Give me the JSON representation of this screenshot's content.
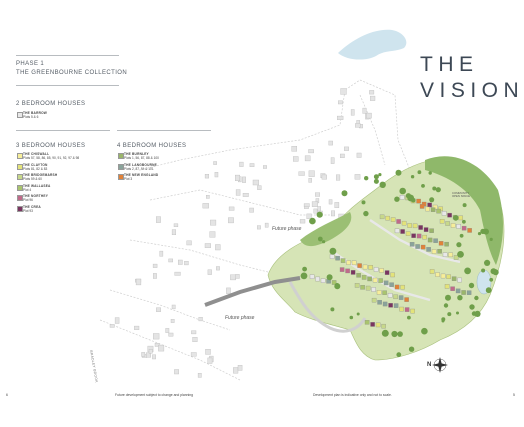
{
  "header": {
    "phase": "PHASE 1",
    "collection": "THE GREENBOURNE COLLECTION",
    "title_line1": "THE",
    "title_line2": "VISION"
  },
  "legend": {
    "two_bed": {
      "heading": "2 BEDROOM HOUSES",
      "items": [
        {
          "name": "THE BARROW",
          "plots": "Plots 5 & 6",
          "color": "#e8e8e8"
        }
      ]
    },
    "three_bed": {
      "heading": "3 BEDROOM HOUSES",
      "items": [
        {
          "name": "THE CHISWALL",
          "plots": "Plots 57, 58, 86, 85, 90, 91, 92, 97 & 98",
          "color": "#f6ee9a"
        },
        {
          "name": "THE CLAYTON",
          "plots": "Plots 81, 82 & 83",
          "color": "#e3e37a"
        },
        {
          "name": "THE BRIDGEMARSH",
          "plots": "Plots 59 & 60",
          "color": "#c7d88a"
        },
        {
          "name": "THE WALLASEA",
          "plots": "Plot 4",
          "color": "#a9c46e"
        },
        {
          "name": "THE NORTHEY",
          "plots": "Plot 96",
          "color": "#c06a8a"
        },
        {
          "name": "THE CREA",
          "plots": "Plot 93",
          "color": "#7a3560"
        }
      ]
    },
    "four_bed": {
      "heading": "4 BEDROOM HOUSES",
      "items": [
        {
          "name": "THE BURNLEY",
          "plots": "Plots 1, 56, 87, 88 & 100",
          "color": "#9ab56a"
        },
        {
          "name": "THE LANGBOURNE",
          "plots": "Plots 2, 87, 84 & 101",
          "color": "#8aa39a"
        },
        {
          "name": "THE NEW ENGLAND",
          "plots": "Plot 3",
          "color": "#e0823a"
        }
      ]
    }
  },
  "map": {
    "future_phase_labels": [
      "Future phase",
      "Future phase"
    ],
    "road_label": "BRADLEY BROOK",
    "compass_north": "N",
    "green_label": "COMMUNITY OPEN SPACE"
  },
  "footer": {
    "left_caption": "Future development subject to change and planning",
    "right_caption": "Development plan is indicative only and not to scale.",
    "page_left": "6",
    "page_right": "5"
  },
  "colors": {
    "title": "#3d4855",
    "water": "#cfe4ee",
    "green_space": "#b8d38a",
    "road": "#9a9a9a"
  }
}
